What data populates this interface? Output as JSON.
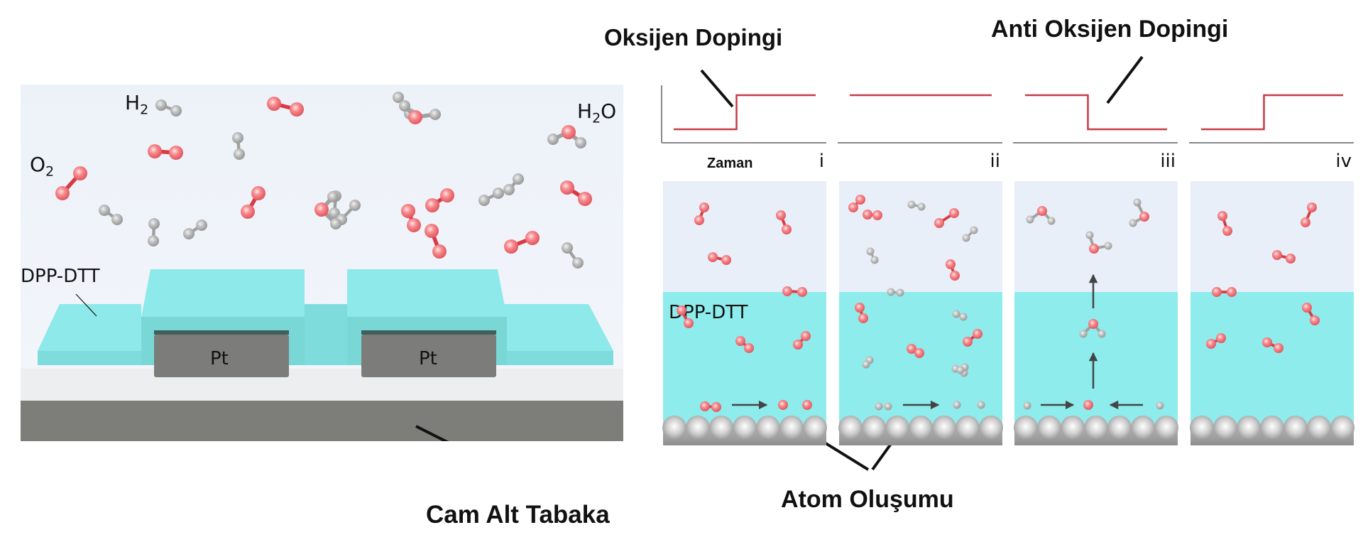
{
  "device": {
    "labels": {
      "h2": "H",
      "h2_sub": "2",
      "o2": "O",
      "o2_sub": "2",
      "h2o_h": "H",
      "h2o_sub": "2",
      "h2o_o": "O",
      "film": "DPP-DTT",
      "electrode_left": "Pt",
      "electrode_right": "Pt"
    },
    "substrate_callout": "Cam Alt Tabaka"
  },
  "headings": {
    "oxygen_doping": "Oksijen Dopingi",
    "anti_oxygen_doping": "Anti Oksijen Dopingi",
    "time_axis": "Zaman",
    "atom_formation": "Atom Oluşumu"
  },
  "colors": {
    "oxygen": "#f0757a",
    "hydrogen": "#b8b8b8",
    "film": "#8eecec",
    "gas": "#e8eff8",
    "step_line": "#c83a48",
    "substrate": "#7d7d7a"
  },
  "panels": [
    {
      "roman": "i",
      "step": [
        "low",
        "high"
      ],
      "film_label": "DPP-DTT"
    },
    {
      "roman": "ii",
      "step": [
        "high",
        "high"
      ],
      "film_label": ""
    },
    {
      "roman": "iii",
      "step": [
        "high",
        "low"
      ],
      "film_label": ""
    },
    {
      "roman": "iv",
      "step": [
        "low",
        "high"
      ],
      "film_label": ""
    }
  ]
}
